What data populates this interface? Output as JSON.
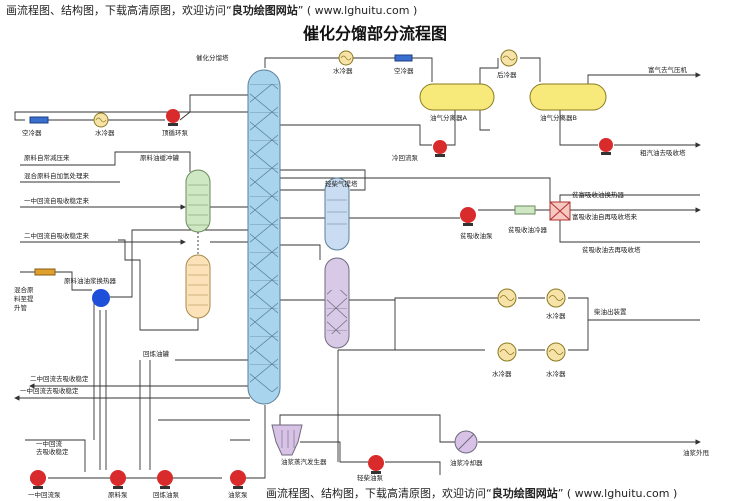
{
  "watermark": {
    "prefix": "画流程图、结构图，下载高清原图，欢迎访问“",
    "brand": "良功绘图网站",
    "suffix": "” ( www.lghuitu.com )",
    "bottom_prefix": "画流程图、结构图，下载高清原图，欢迎访问“",
    "bottom_suffix": "” ( www.lghuitu.com )"
  },
  "title": "催化分馏部分流程图",
  "labels": {
    "main_tower": "催化分馏塔",
    "water_cooler_top": "水冷器",
    "air_cooler_top": "空冷器",
    "after_cooler": "后冷器",
    "rich_gas_compressor": "富气去气压机",
    "sep_a": "油气分离器A",
    "sep_b": "油气分离器B",
    "crude_gasoline": "粗汽油去吸收塔",
    "cold_reflux_pump": "冷回流泵",
    "air_cooler_left": "空冷器",
    "water_cooler_left": "水冷器",
    "top_cycle_pump": "顶循环泵",
    "feed_from_plant": "原料自常减压来",
    "feed_buffer": "原料油缓冲罐",
    "mixed_feed": "混合原料自加氢处理来",
    "mid1_return": "一中回流自吸收稳定来",
    "mid2_return": "二中回流自吸收稳定来",
    "mixed_feed_riser": "混合原料至提升管",
    "feed_exchanger": "原料油油浆换热器",
    "light_stripper": "轻柴气提塔",
    "lean_absorber_pump": "贫吸收油泵",
    "lean_absorber_cooler": "贫吸收油冷器",
    "rich_lean_exchanger": "贫富吸收油换热器",
    "rich_absorber_return": "富吸收油自再吸收塔来",
    "lean_to_absorber": "贫吸收油去再吸收塔",
    "diesel_out": "柴油出装置",
    "water_cooler_d1": "水冷器",
    "water_cooler_d2": "水冷器",
    "slurry_tank": "回炼油罐",
    "mid2_to_stab": "二中回流去吸收稳定",
    "mid1_to_stab": "一中回流去吸收稳定",
    "slurry_steam_gen": "油浆蒸汽发生器",
    "light_diesel_pump": "轻柴油泵",
    "slurry_cooler": "油浆冷却器",
    "slurry_out": "油浆外甩",
    "mid1_pump": "一中回流泵",
    "feed_pump": "原料泵",
    "slurry_recycle_pump": "回炼油泵",
    "slurry_pump": "油浆泵"
  },
  "colors": {
    "main_tower": "#a9d4ee",
    "separator": "#f7ea7a",
    "stripper_top": "#c9dcf2",
    "stripper_bottom": "#d8cae6",
    "feed_buffer_top": "#cfe8c4",
    "feed_buffer_bottom": "#fbe2b8",
    "pump": "#d92b2b",
    "blue_pump": "#1e4fd8",
    "exchanger": "#f7e2a8",
    "steam_gen": "#d8c2e6"
  }
}
